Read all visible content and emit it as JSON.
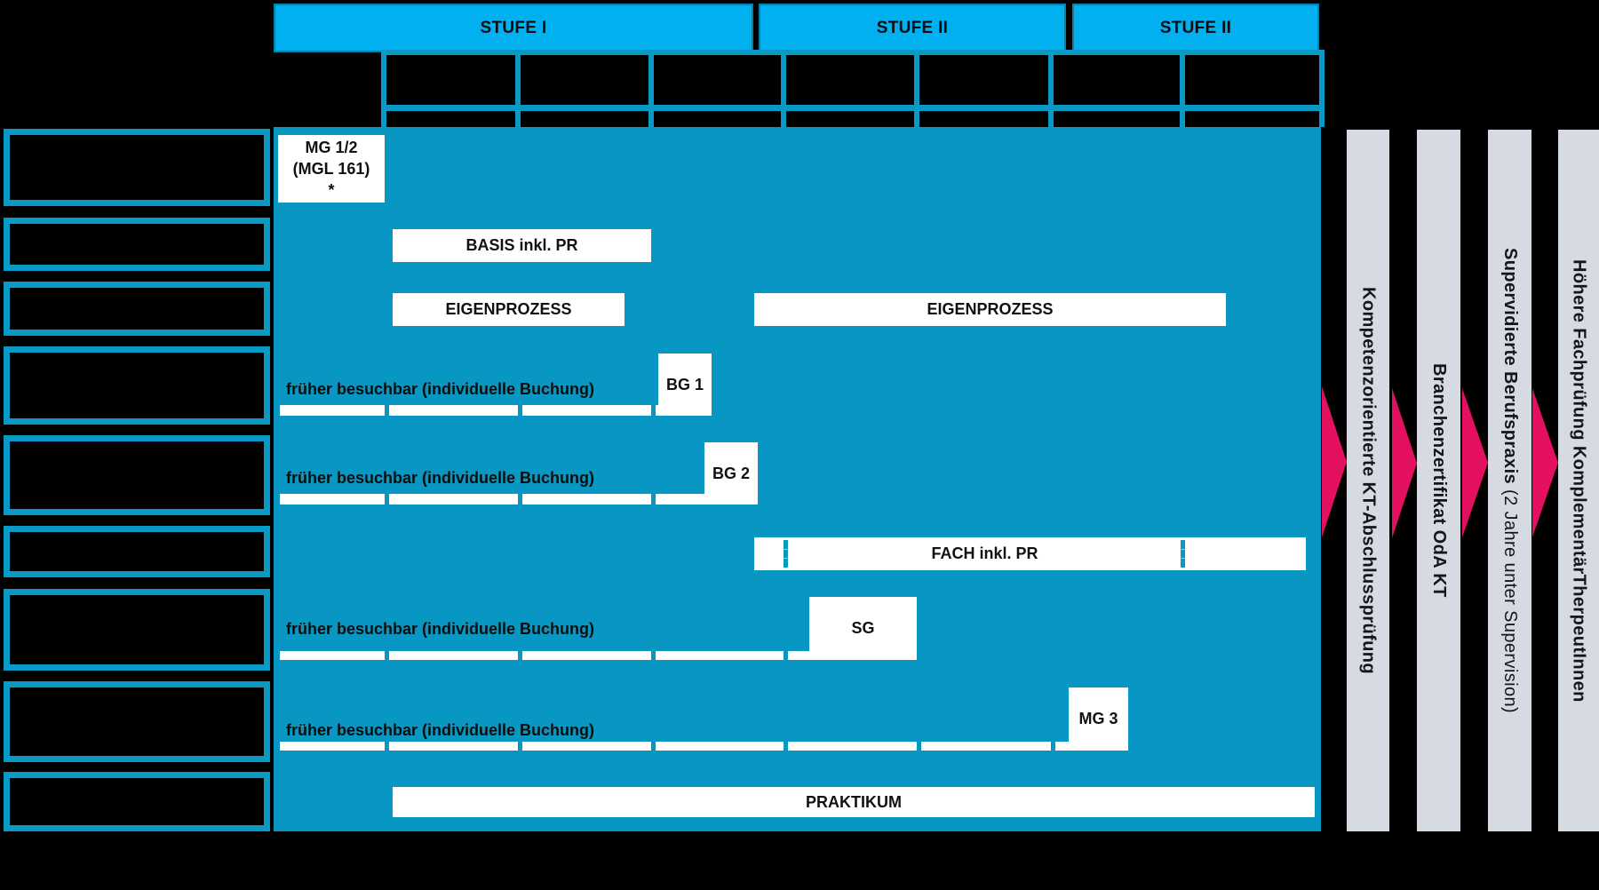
{
  "headers": [
    {
      "label": "STUFE I"
    },
    {
      "label": "STUFE II"
    },
    {
      "label": "STUFE II"
    }
  ],
  "courses": {
    "mg12_line1": "MG 1/2",
    "mg12_line2": "(MGL 161)",
    "mg12_line3": "*",
    "basis": "BASIS inkl. PR",
    "eigenprozess_1": "EIGENPROZESS",
    "eigenprozess_2": "EIGENPROZESS",
    "bg1": "BG 1",
    "bg2": "BG 2",
    "fach": "FACH inkl. PR",
    "sg": "SG",
    "mg3": "MG 3",
    "praktikum": "PRAKTIKUM",
    "earlier_note": "früher besuchbar (individuelle Buchung)"
  },
  "milestones": [
    {
      "label": "Kompetenzorientierte KT-Abschlussprüfung",
      "label_suffix": ""
    },
    {
      "label": "Branchenzertifikat OdA KT",
      "label_suffix": ""
    },
    {
      "label": "Supervidierte Berufspraxis ",
      "label_suffix": "(2 Jahre unter Supervision)"
    },
    {
      "label": "Höhere Fachprüfung KomplementärTherpeutInnen",
      "label_suffix": ""
    }
  ],
  "colors": {
    "header_fill": "#00b0ef",
    "block_fill": "#0797c2",
    "grid_line": "#0899c5",
    "arrow_pink": "#e2105e",
    "milestone_bar": "#d6dbe3"
  }
}
